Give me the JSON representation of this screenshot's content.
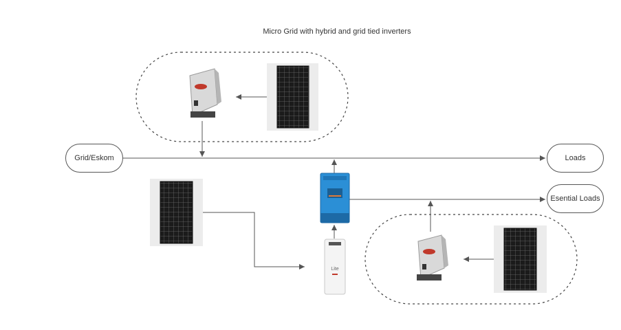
{
  "title": "Micro Grid with hybrid and grid tied inverters",
  "nodes": {
    "grid": "Grid/Eskom",
    "loads": "Loads",
    "essential_loads": "Esential Loads"
  },
  "battery": {
    "label": "Lite"
  },
  "icons": {
    "solar_panel": "solar-panel-icon",
    "grid_tied_inverter": "grid-tied-inverter-icon",
    "hybrid_inverter": "hybrid-inverter-icon",
    "battery": "battery-icon"
  },
  "colors": {
    "line": "#555555",
    "panel_frame": "#e8e8e8",
    "panel_cell": "#1b1b1b",
    "hybrid_inverter": "#2b8fd6",
    "inverter_accent": "#c0392b"
  }
}
